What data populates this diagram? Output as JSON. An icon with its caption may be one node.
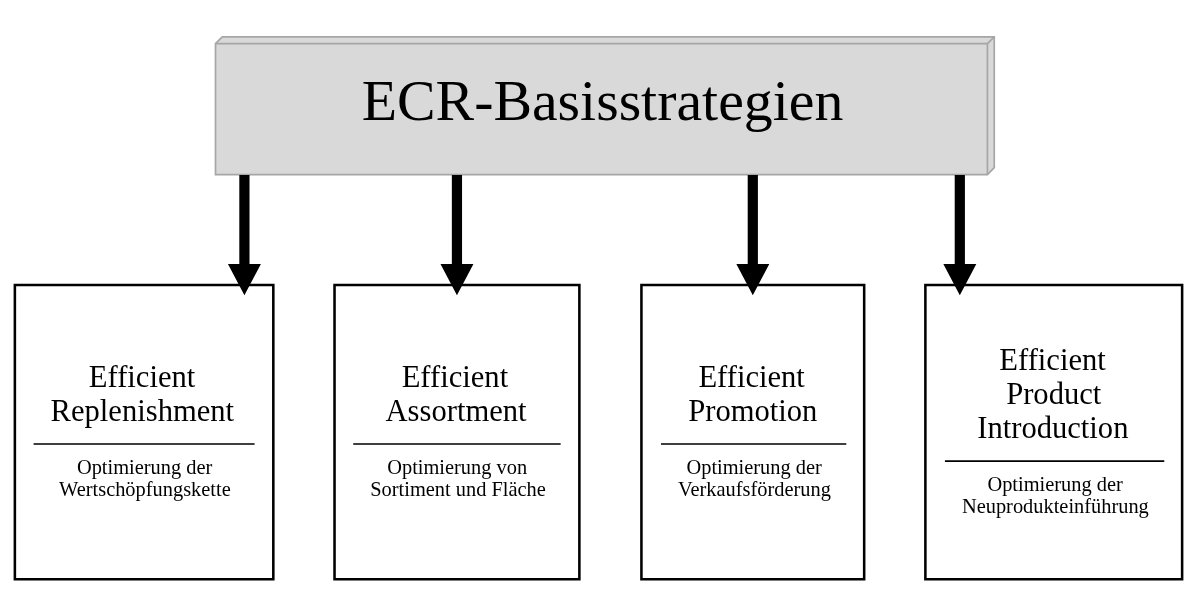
{
  "diagram": {
    "nodes": [
      {
        "text": [
          "ECR-Basisstrategien"
        ]
      },
      {
        "text": [
          "Efficient Replenishment",
          "Optimierung der Wertschöpfungskette"
        ]
      },
      {
        "text": [
          "Efficient Assortment",
          "Optimierung von Sortiment und Fläche"
        ]
      },
      {
        "text": [
          "Efficient Promotion",
          "Optimierung der Verkaufsförderung"
        ]
      },
      {
        "text": [
          "Efficient Product Introduction",
          "Optimierung der Neuprodukteinführung"
        ]
      }
    ],
    "edges": [
      {
        "from": 0,
        "to": 1,
        "arrow": "to"
      },
      {
        "from": 0,
        "to": 2,
        "arrow": "to"
      },
      {
        "from": 0,
        "to": 3,
        "arrow": "to"
      },
      {
        "from": 0,
        "to": 4,
        "arrow": "to"
      }
    ]
  }
}
